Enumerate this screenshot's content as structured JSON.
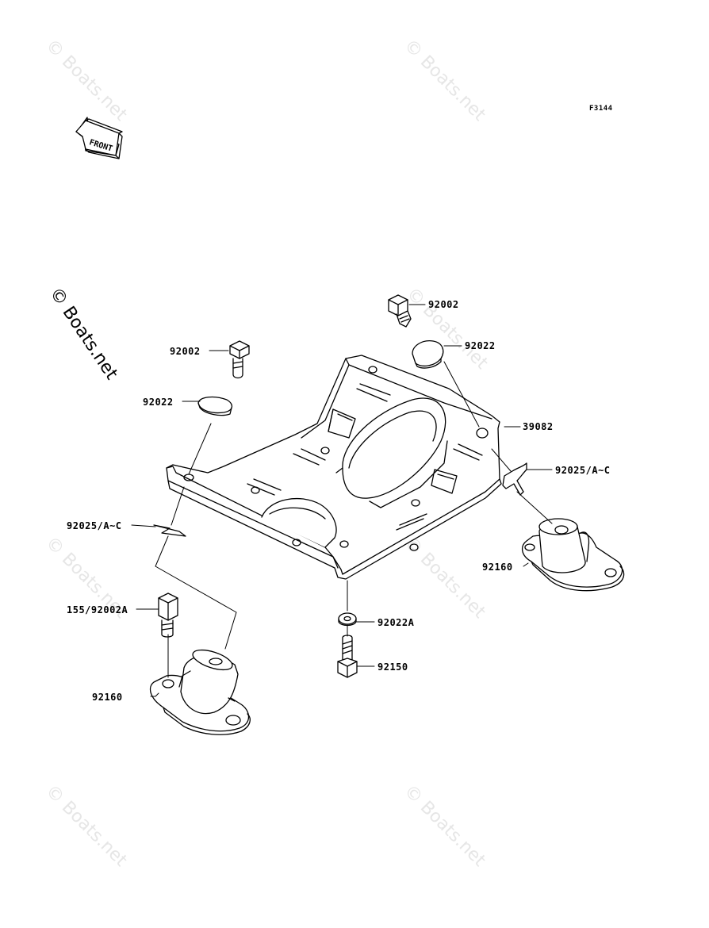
{
  "figure_id": "F3144",
  "front_arrow_text": "FRONT",
  "watermark": "© Boats.net",
  "labels": {
    "bolt_top_right": "92002",
    "washer_top_right": "92022",
    "frame": "39082",
    "clip_right": "92025/A~C",
    "mount_right": "92160",
    "bolt_left": "92002",
    "washer_left": "92022",
    "clip_left": "92025/A~C",
    "bolt_lower_left": "155/92002A",
    "mount_left": "92160",
    "washer_bottom": "92022A",
    "bolt_bottom": "92150"
  }
}
